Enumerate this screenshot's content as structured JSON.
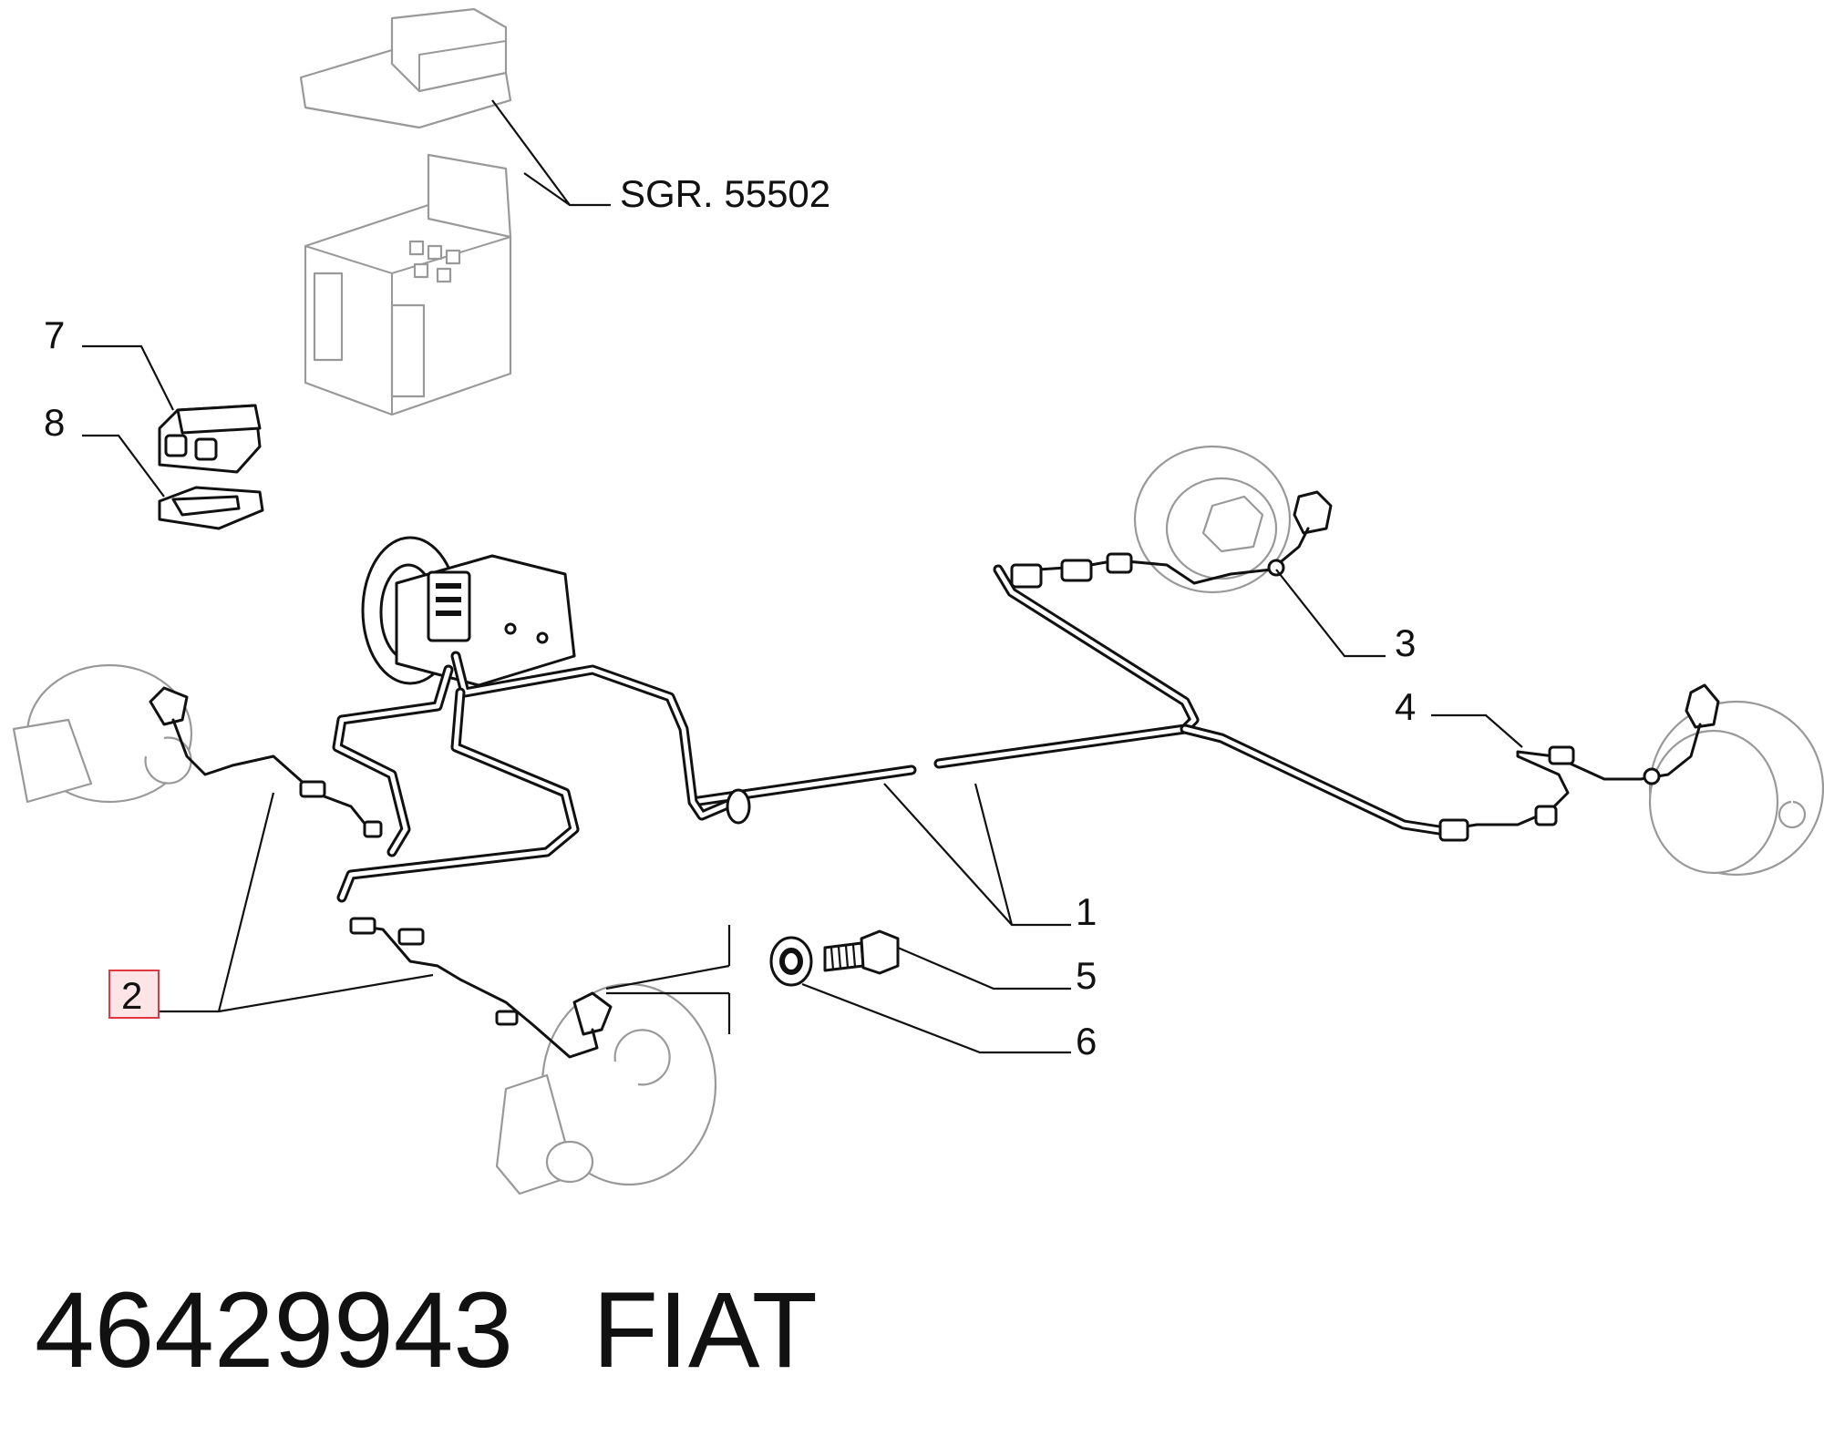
{
  "references": [
    {
      "id": "1",
      "text": "1"
    },
    {
      "id": "2",
      "text": "2",
      "highlighted": true
    },
    {
      "id": "3",
      "text": "3"
    },
    {
      "id": "4",
      "text": "4"
    },
    {
      "id": "5",
      "text": "5"
    },
    {
      "id": "6",
      "text": "6"
    },
    {
      "id": "7",
      "text": "7"
    },
    {
      "id": "8",
      "text": "8"
    }
  ],
  "cross_reference": "SGR. 55502",
  "part_number": "46429943",
  "brand": "FIAT",
  "colors": {
    "highlight_border": "#e0383e",
    "highlight_fill": "#fde4e6",
    "ink": "#111111",
    "ghost": "#999999"
  }
}
